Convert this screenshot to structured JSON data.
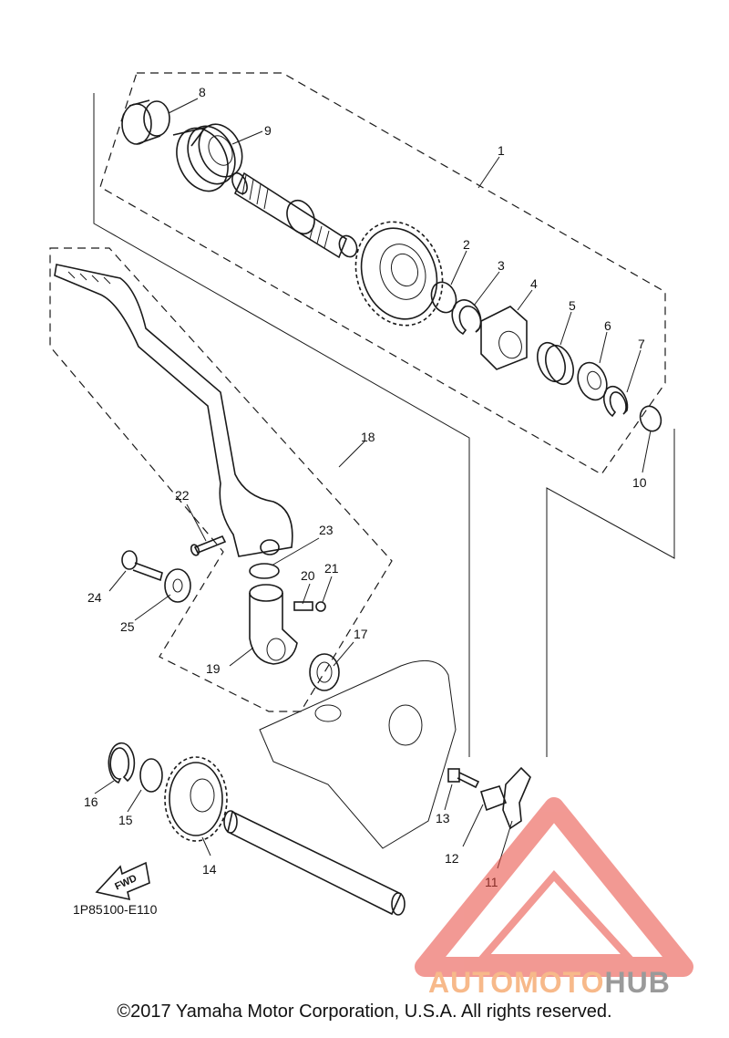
{
  "diagram_code": "1P85100-E110",
  "fwd_label": "FWD",
  "copyright": "©2017 Yamaha Motor Corporation, U.S.A. All rights reserved.",
  "watermark": {
    "text_a": "AUTOMOTO",
    "text_b": "HUB",
    "color_a": "#f7b98a",
    "color_b": "#9a9a9a",
    "triangle_color": "#e8463c"
  },
  "parts": [
    "1",
    "2",
    "3",
    "4",
    "5",
    "6",
    "7",
    "8",
    "9",
    "10",
    "11",
    "12",
    "13",
    "14",
    "15",
    "16",
    "17",
    "18",
    "19",
    "20",
    "21",
    "22",
    "23",
    "24",
    "25"
  ]
}
